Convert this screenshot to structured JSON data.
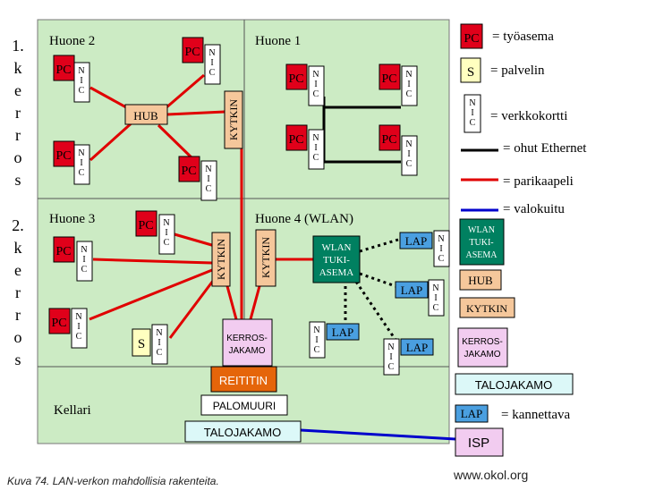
{
  "floors": {
    "first": "1. kerros",
    "second": "2. kerros"
  },
  "rooms": {
    "r2": "Huone 2",
    "r1": "Huone 1",
    "r3": "Huone 3",
    "r4": "Huone 4 (WLAN)",
    "basement": "Kellari"
  },
  "labels": {
    "pc": "PC",
    "nic": "NIC",
    "server": "S",
    "hub": "HUB",
    "switch": "KYTKIN",
    "wlan_line1": "WLAN",
    "wlan_line2": "TUKI-",
    "wlan_line3": "ASEMA",
    "lap": "LAP",
    "kerros_line1": "KERROS-",
    "kerros_line2": "JAKAMO",
    "router": "REITITIN",
    "firewall": "PALOMUURI",
    "building": "TALOJAKAMO",
    "isp": "ISP"
  },
  "legend": {
    "pc_text": "= työasema",
    "server_text": "= palvelin",
    "nic_text": "= verkkokortti",
    "thin_ethernet": "= ohut Ethernet",
    "twisted_pair": "= parikaapeli",
    "fiber": "= valokuitu",
    "laptop_text": "= kannettava"
  },
  "caption": "Kuva 74. LAN-verkon mahdollisia rakenteita.",
  "site": "www.okol.org",
  "colors": {
    "room_bg": "#ccebc4",
    "pc_red": "#e0001a",
    "server_yellow": "#ffffc0",
    "nic_bg": "#ffffff",
    "hub_bg": "#f5c79b",
    "wlan_teal": "#008060",
    "lap_blue": "#4a9fe0",
    "kerros_pink": "#f2ccf0",
    "router_orange": "#e5650a",
    "talo_cyan": "#dcf8f8",
    "isp_pink": "#f2ccf0",
    "twisted_red": "#e00000",
    "thin_black": "#000000",
    "fiber_blue": "#0000cc"
  }
}
